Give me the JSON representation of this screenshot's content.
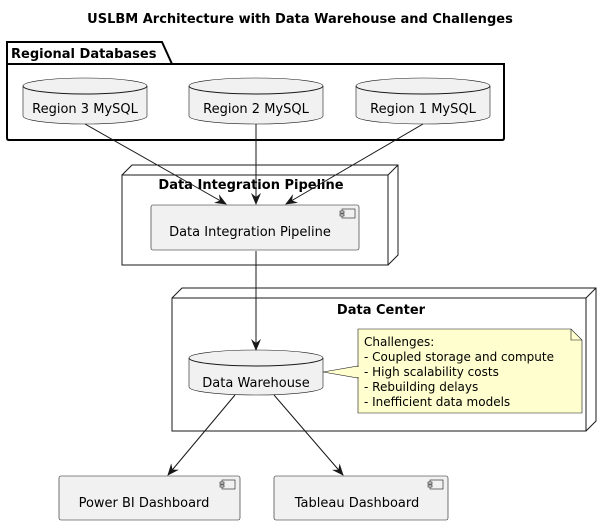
{
  "title": "USLBM Architecture with Data Warehouse and Challenges",
  "regional_databases": {
    "label": "Regional Databases",
    "databases": [
      "Region 3 MySQL",
      "Region 2 MySQL",
      "Region 1 MySQL"
    ]
  },
  "integration_node": {
    "label": "Data Integration Pipeline",
    "component": "Data Integration Pipeline"
  },
  "data_center": {
    "label": "Data Center",
    "warehouse": "Data Warehouse",
    "challenges": [
      "Challenges:",
      "- Coupled storage and compute",
      "- High scalability costs",
      "- Rebuilding delays",
      "- Inefficient data models"
    ]
  },
  "dashboards": [
    "Power BI Dashboard",
    "Tableau Dashboard"
  ]
}
